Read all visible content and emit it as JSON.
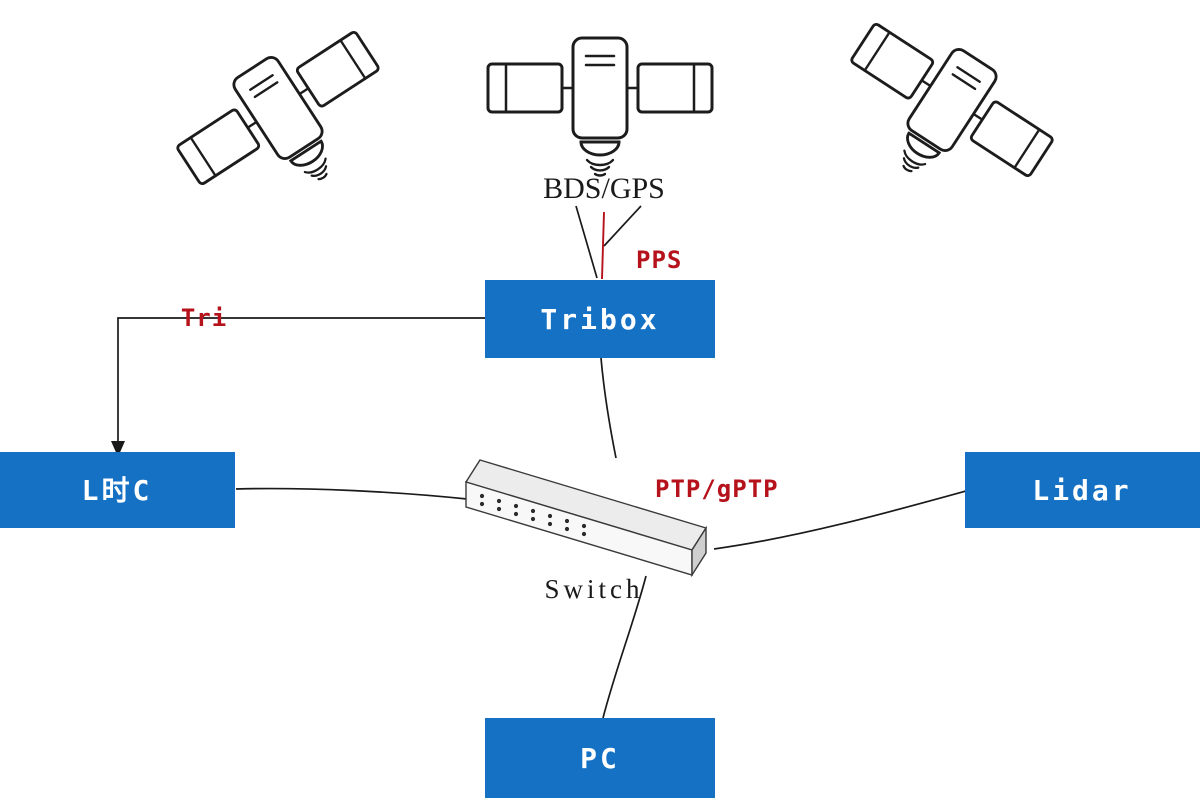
{
  "colors": {
    "node_fill": "#1571c4",
    "node_text": "#ffffff",
    "signal_red": "#b5121b",
    "line": "#1a1a1a"
  },
  "nodes": {
    "tribox": {
      "label": "Tribox"
    },
    "camera": {
      "label": "L时C"
    },
    "lidar": {
      "label": "Lidar"
    },
    "pc": {
      "label": "PC"
    },
    "switch": {
      "label": "Switch"
    }
  },
  "labels": {
    "gnss_source": "BDS/GPS",
    "pps_signal": "PPS",
    "trigger_signal": "Tri",
    "ptp_signal": "PTP/gPTP"
  }
}
